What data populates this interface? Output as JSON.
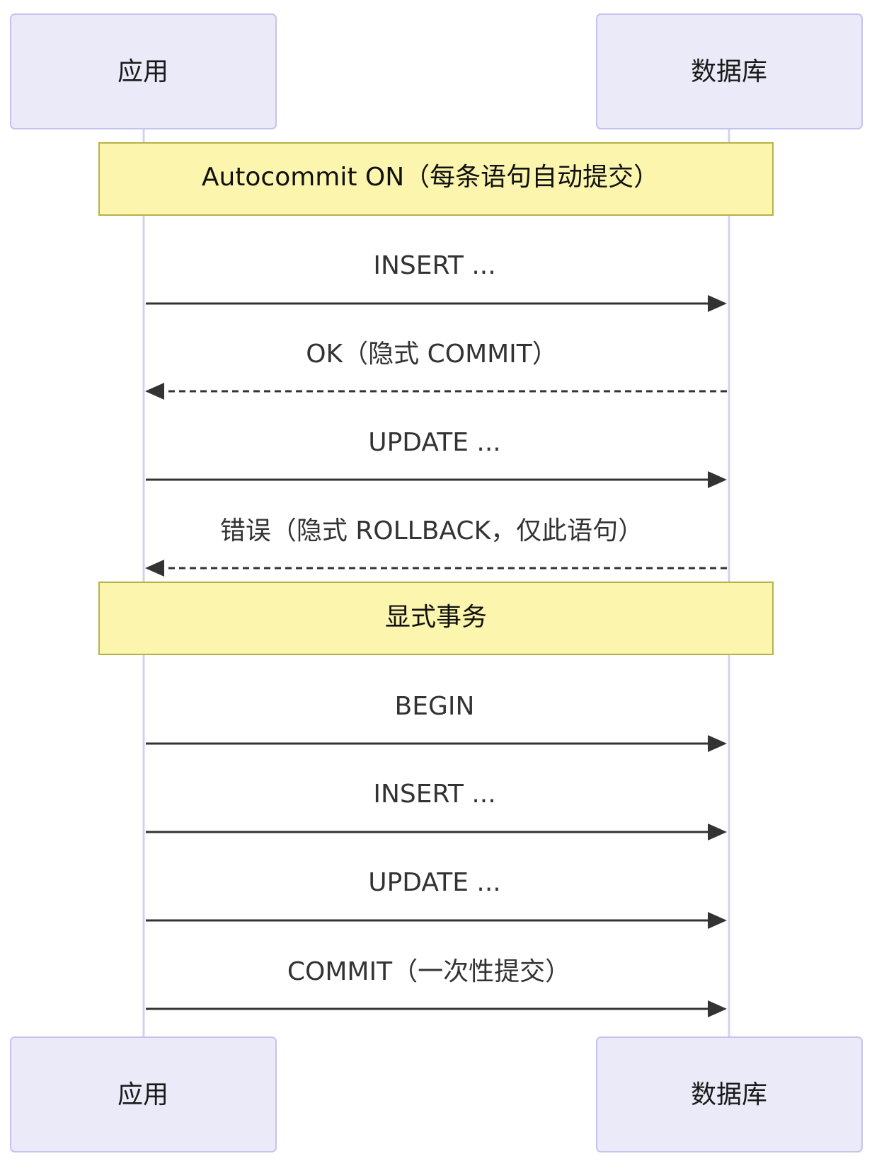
{
  "actors": [
    {
      "id": "app",
      "label": "应用"
    },
    {
      "id": "db",
      "label": "数据库"
    }
  ],
  "sections": [
    {
      "type": "note",
      "label": "Autocommit ON（每条语句自动提交）"
    },
    {
      "type": "message",
      "from": "app",
      "to": "db",
      "style": "solid",
      "label": "INSERT ..."
    },
    {
      "type": "message",
      "from": "db",
      "to": "app",
      "style": "dashed",
      "label": "OK（隐式 COMMIT）"
    },
    {
      "type": "message",
      "from": "app",
      "to": "db",
      "style": "solid",
      "label": "UPDATE ..."
    },
    {
      "type": "message",
      "from": "db",
      "to": "app",
      "style": "dashed",
      "label": "错误（隐式 ROLLBACK，仅此语句）"
    },
    {
      "type": "note",
      "label": "显式事务"
    },
    {
      "type": "message",
      "from": "app",
      "to": "db",
      "style": "solid",
      "label": "BEGIN"
    },
    {
      "type": "message",
      "from": "app",
      "to": "db",
      "style": "solid",
      "label": "INSERT ..."
    },
    {
      "type": "message",
      "from": "app",
      "to": "db",
      "style": "solid",
      "label": "UPDATE ..."
    },
    {
      "type": "message",
      "from": "app",
      "to": "db",
      "style": "solid",
      "label": "COMMIT（一次性提交）"
    }
  ],
  "colors": {
    "actor_fill": "#eaeaf8",
    "note_fill": "#fbf5ad",
    "line": "#333333"
  }
}
